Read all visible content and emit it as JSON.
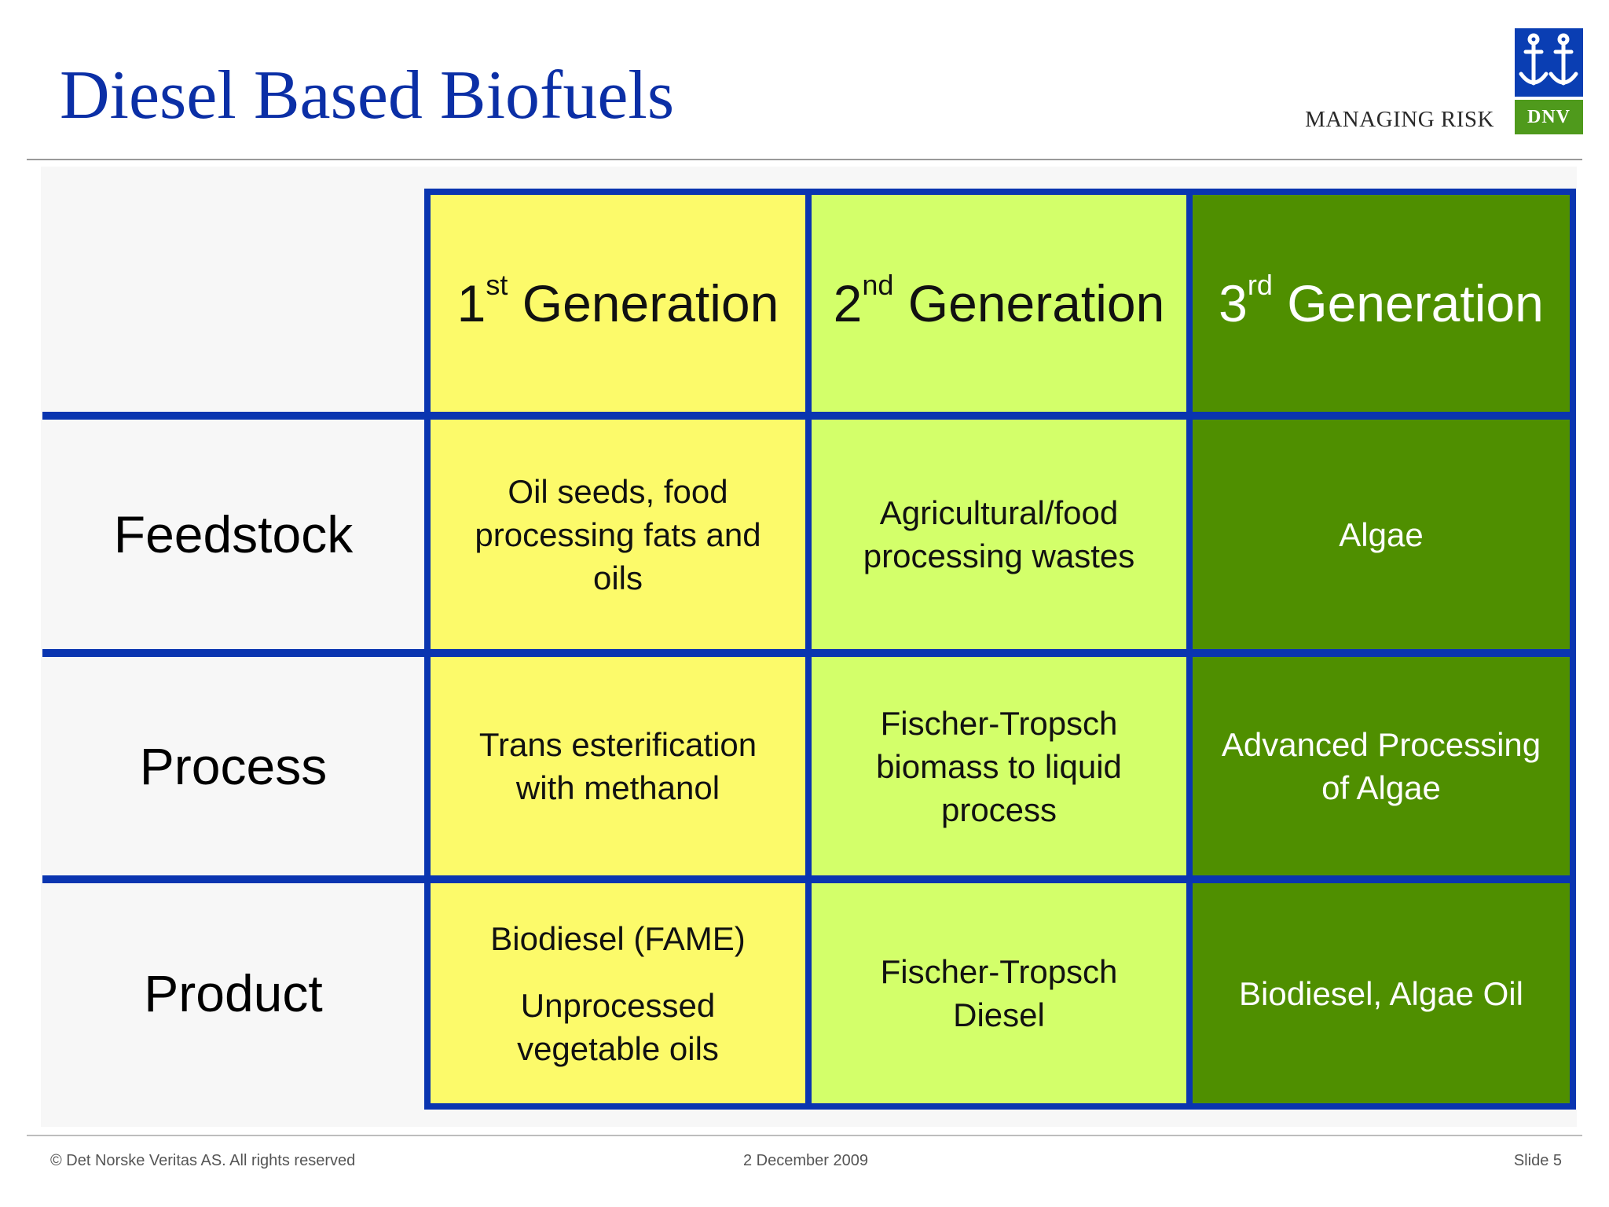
{
  "header": {
    "title": "Diesel Based Biofuels",
    "tagline": "MANAGING RISK",
    "logo_text": "DNV"
  },
  "table": {
    "columns": [
      {
        "num": "1",
        "suffix": "st",
        "word": "Generation"
      },
      {
        "num": "2",
        "suffix": "nd",
        "word": "Generation"
      },
      {
        "num": "3",
        "suffix": "rd",
        "word": "Generation"
      }
    ],
    "rows": [
      {
        "label": "Feedstock",
        "cells": [
          [
            "Oil seeds, food processing fats and oils"
          ],
          [
            "Agricultural/food processing wastes"
          ],
          [
            "Algae"
          ]
        ]
      },
      {
        "label": "Process",
        "cells": [
          [
            "Trans esterification with methanol"
          ],
          [
            "Fischer-Tropsch biomass to liquid process"
          ],
          [
            "Advanced Processing of Algae"
          ]
        ]
      },
      {
        "label": "Product",
        "cells": [
          [
            "Biodiesel (FAME)",
            "Unprocessed vegetable oils"
          ],
          [
            "Fischer-Tropsch Diesel"
          ],
          [
            "Biodiesel, Algae Oil"
          ]
        ]
      }
    ]
  },
  "footer": {
    "copyright": "© Det Norske Veritas AS. All rights reserved",
    "date": "2 December 2009",
    "slide": "Slide 5"
  },
  "colors": {
    "title_blue": "#0b2fa6",
    "grid_border": "#0a35b0",
    "gen1_yellow": "#fcfa6a",
    "gen2_lime": "#d3ff6a",
    "gen3_green": "#4f8f00"
  }
}
